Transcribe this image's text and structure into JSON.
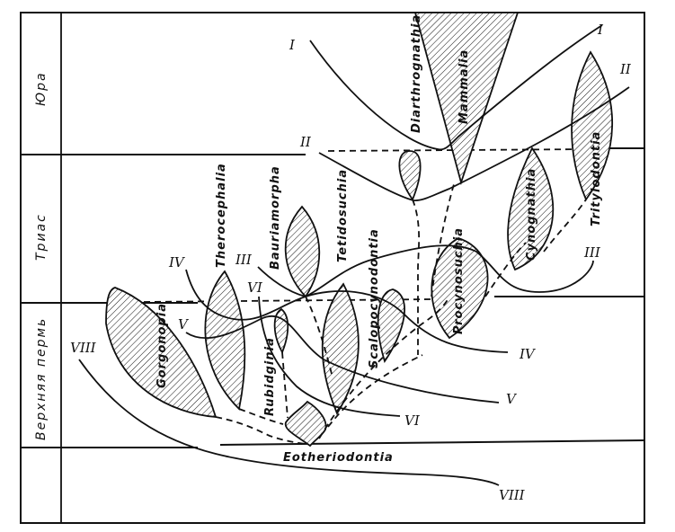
{
  "periods": {
    "jurassic": "Юра",
    "triassic": "Триас",
    "upper_permian": "Верхняя пермь"
  },
  "taxa": {
    "diarthrognathia": "Diarthrognathia",
    "mammalia": "Mammalia",
    "tritylodontia": "Tritylodontia",
    "cynognathia": "Cynognathia",
    "procynosuchia": "Procynosuchia",
    "scalopocynodontia": "Scalopocynodontia",
    "tetidosuchia": "Tetidosuchia",
    "bauriamorpha": "Bauriamorpha",
    "therocephalia": "Therocephalia",
    "rubidginia": "Rubidginia",
    "gorgonopia": "Gorgonopia",
    "eotheriodontia": "Eotheriodontia"
  },
  "levels": {
    "I": "I",
    "II": "II",
    "III": "III",
    "IV": "IV",
    "V": "V",
    "VI": "VI",
    "VIII": "VIII"
  }
}
